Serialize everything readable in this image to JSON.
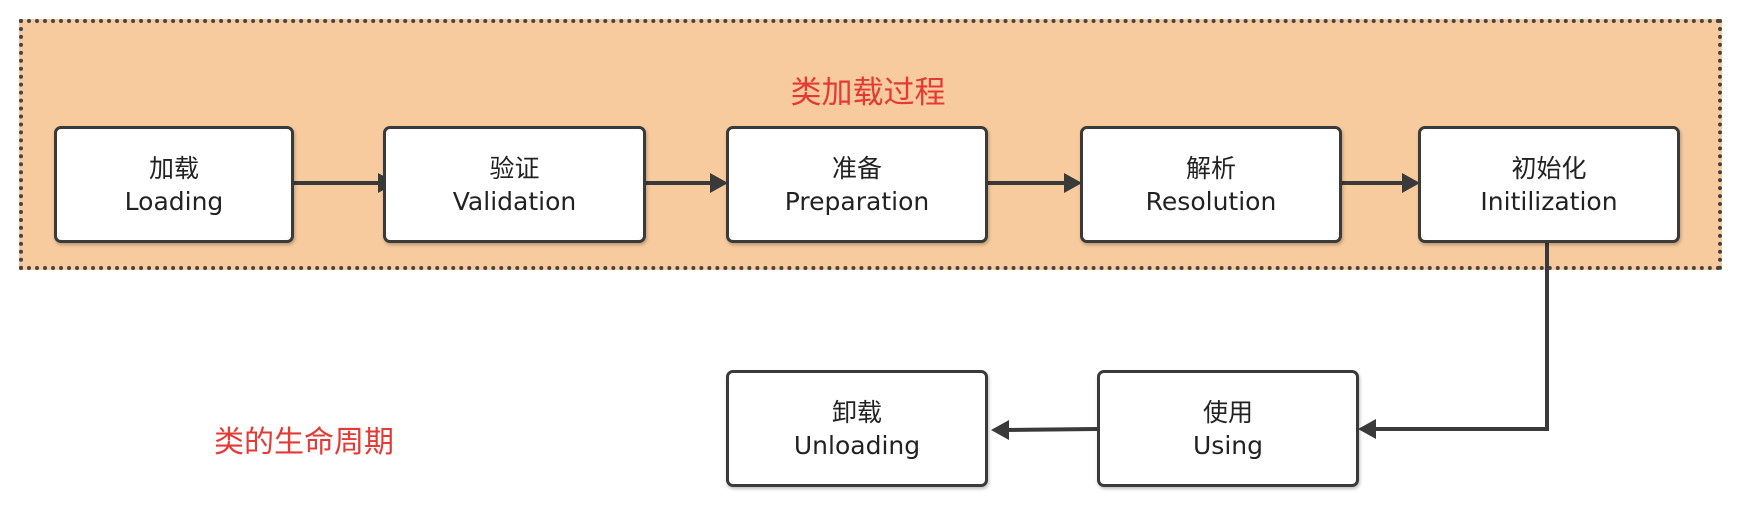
{
  "group": {
    "title": "类加载过程"
  },
  "stages": [
    {
      "zh": "加载",
      "en": "Loading"
    },
    {
      "zh": "验证",
      "en": "Validation"
    },
    {
      "zh": "准备",
      "en": "Preparation"
    },
    {
      "zh": "解析",
      "en": "Resolution"
    },
    {
      "zh": "初始化",
      "en": "Initilization"
    }
  ],
  "after": [
    {
      "zh": "使用",
      "en": "Using"
    },
    {
      "zh": "卸载",
      "en": "Unloading"
    }
  ],
  "lifecycle_label": "类的生命周期",
  "colors": {
    "group_fill": "#f7cb9d",
    "title_red": "#e53935",
    "stroke": "#3a3a3a"
  }
}
